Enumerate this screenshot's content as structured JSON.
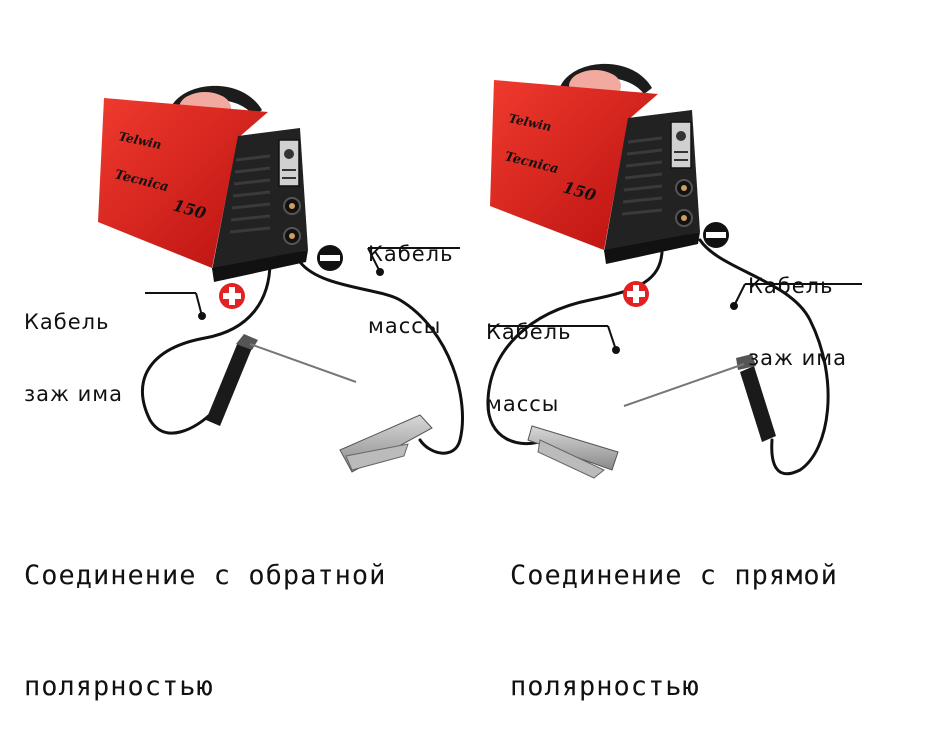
{
  "device_left": {
    "brand": "Telwin",
    "model": "Tecnica",
    "number": "150"
  },
  "device_right": {
    "brand": "Telwin",
    "model": "Tecnica",
    "number": "150"
  },
  "left": {
    "clamp_cable": {
      "line1": "Кабель",
      "line2": "заж има"
    },
    "mass_cable": {
      "line1": "Кабель",
      "line2": "массы"
    },
    "caption": {
      "line1": "Соединение с обратной",
      "line2": "полярностью"
    }
  },
  "right": {
    "clamp_cable": {
      "line1": "Кабель",
      "line2": "заж има"
    },
    "mass_cable": {
      "line1": "Кабель",
      "line2": "массы"
    },
    "caption": {
      "line1": "Соединение с прямой",
      "line2": "полярностью"
    }
  },
  "colors": {
    "device_red": "#e0181c",
    "device_black": "#222222",
    "plus_red": "#e22222",
    "cable": "#111111"
  },
  "icons": {
    "plus": "plus-terminal-icon",
    "minus": "minus-terminal-icon"
  }
}
